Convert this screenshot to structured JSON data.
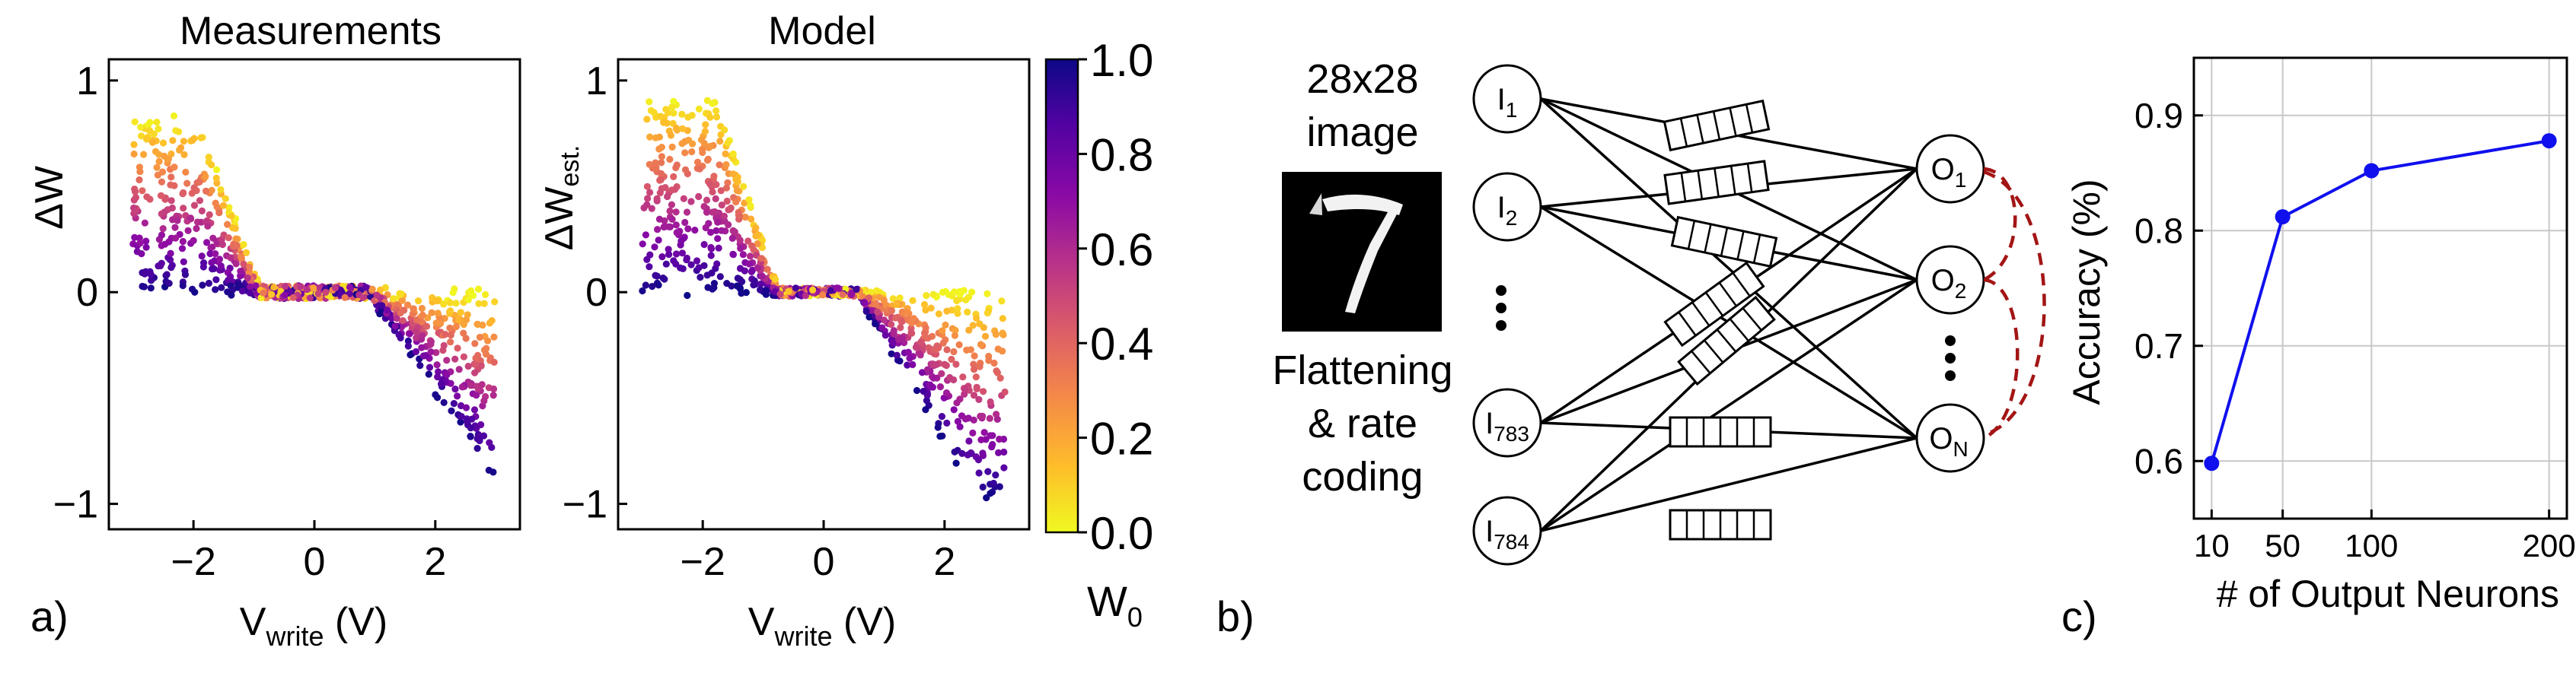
{
  "panel_labels": {
    "a": "a)",
    "b": "b)",
    "c": "c)"
  },
  "colorbar": {
    "ticks": [
      "1.0",
      "0.8",
      "0.6",
      "0.4",
      "0.2",
      "0.0"
    ],
    "label_main": "W",
    "label_sub": "0",
    "colormap": [
      "#0d0887",
      "#5302a3",
      "#8b0aa5",
      "#b83289",
      "#db5c68",
      "#f48849",
      "#febd2a",
      "#f0f921"
    ]
  },
  "network": {
    "image_caption_lines": [
      "28x28",
      "image"
    ],
    "coding_caption_lines": [
      "Flattening",
      "& rate",
      "coding"
    ],
    "inputs": [
      {
        "main": "I",
        "sub": "1"
      },
      {
        "main": "I",
        "sub": "2"
      },
      {
        "main": "I",
        "sub": "783"
      },
      {
        "main": "I",
        "sub": "784"
      }
    ],
    "outputs": [
      {
        "main": "O",
        "sub": "1"
      },
      {
        "main": "O",
        "sub": "2"
      },
      {
        "main": "O",
        "sub": "N"
      }
    ],
    "inhibition_color": "#a31515"
  },
  "chart_data": [
    {
      "type": "scatter",
      "title": "Measurements",
      "xlabel_main": "V",
      "xlabel_sub": "write",
      "xlabel_unit": " (V)",
      "ylabel_main": "ΔW",
      "ylabel_sub": "",
      "xlim": [
        -3.4,
        3.4
      ],
      "ylim": [
        -1.12,
        1.1
      ],
      "xticks": [
        {
          "v": -2,
          "label": "−2"
        },
        {
          "v": 0,
          "label": "0"
        },
        {
          "v": 2,
          "label": "2"
        }
      ],
      "yticks": [
        {
          "v": 1,
          "label": "1"
        },
        {
          "v": 0,
          "label": "0"
        },
        {
          "v": -1,
          "label": "−1"
        }
      ],
      "color_by": "W0",
      "description_model": {
        "v_range": [
          -3.0,
          3.0
        ],
        "depression_threshold": -0.9,
        "potentiation_threshold": 0.9,
        "max_dw_positive": 0.82,
        "max_dw_negative": -0.85
      }
    },
    {
      "type": "scatter",
      "title": "Model",
      "xlabel_main": "V",
      "xlabel_sub": "write",
      "xlabel_unit": " (V)",
      "ylabel_main": "ΔW",
      "ylabel_sub": "est.",
      "xlim": [
        -3.4,
        3.4
      ],
      "ylim": [
        -1.12,
        1.1
      ],
      "xticks": [
        {
          "v": -2,
          "label": "−2"
        },
        {
          "v": 0,
          "label": "0"
        },
        {
          "v": 2,
          "label": "2"
        }
      ],
      "yticks": [
        {
          "v": 1,
          "label": "1"
        },
        {
          "v": 0,
          "label": "0"
        },
        {
          "v": -1,
          "label": "−1"
        }
      ],
      "color_by": "W0",
      "description_model": {
        "v_range": [
          -3.0,
          3.0
        ],
        "depression_threshold": -0.75,
        "potentiation_threshold": 0.55,
        "max_dw_positive": 0.92,
        "max_dw_negative": -0.98
      }
    },
    {
      "type": "line",
      "title": "",
      "xlabel": "# of Output Neurons",
      "ylabel": "Accuracy (%)",
      "x": [
        10,
        50,
        100,
        200
      ],
      "values": [
        0.598,
        0.812,
        0.852,
        0.878
      ],
      "xlim": [
        0,
        210
      ],
      "ylim": [
        0.55,
        0.95
      ],
      "xticks": [
        10,
        50,
        100,
        200
      ],
      "yticks": [
        {
          "v": 0.6,
          "label": "0.6"
        },
        {
          "v": 0.7,
          "label": "0.7"
        },
        {
          "v": 0.8,
          "label": "0.8"
        },
        {
          "v": 0.9,
          "label": "0.9"
        }
      ],
      "grid": true,
      "color": "#1010ee"
    }
  ]
}
